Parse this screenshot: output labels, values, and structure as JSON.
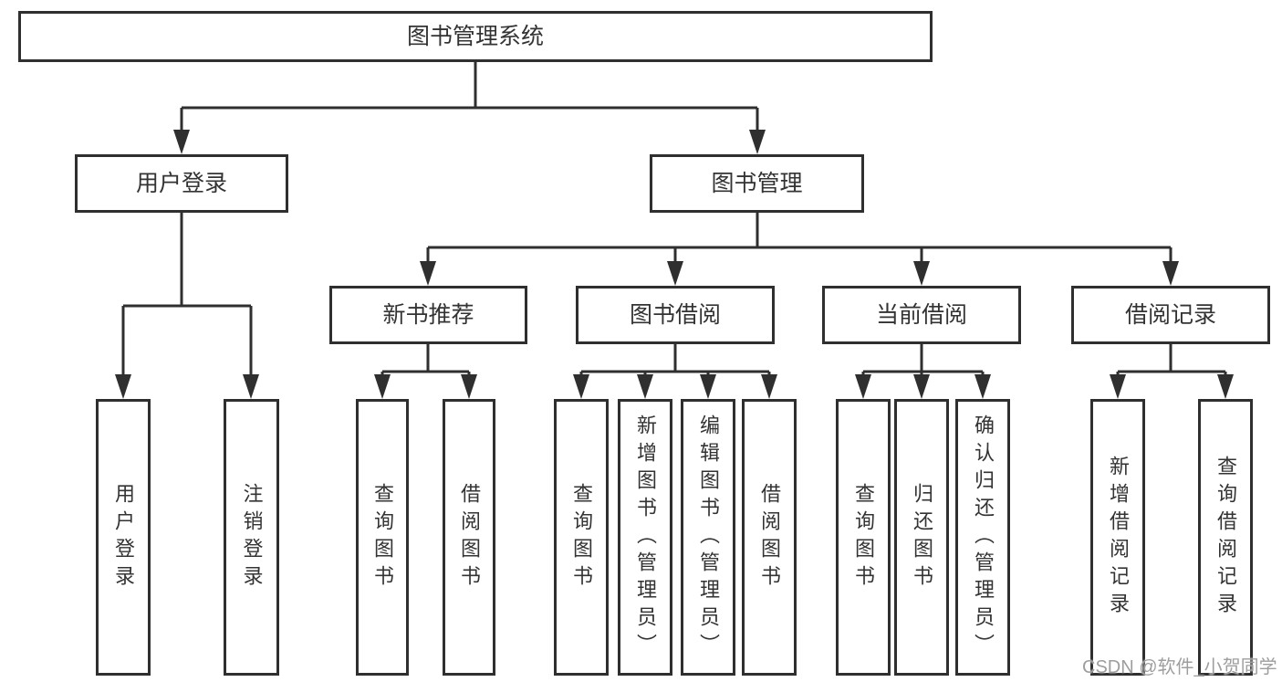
{
  "colors": {
    "line": "#2f2f2f",
    "box_border": "#2f2f2f",
    "box_background": "#ffffff",
    "text": "#333333",
    "watermark_text": "#9e9e9e",
    "page_background": "#ffffff"
  },
  "root": {
    "label": "图书管理系统"
  },
  "branches": [
    {
      "label": "用户登录",
      "children": [
        {
          "label": "用户登录"
        },
        {
          "label": "注销登录"
        }
      ]
    },
    {
      "label": "图书管理",
      "children": [
        {
          "label": "新书推荐",
          "children": [
            {
              "label": "查询图书"
            },
            {
              "label": "借阅图书"
            }
          ]
        },
        {
          "label": "图书借阅",
          "children": [
            {
              "label": "查询图书"
            },
            {
              "label": "新增图书（管理员）"
            },
            {
              "label": "编辑图书（管理员）"
            },
            {
              "label": "借阅图书"
            }
          ]
        },
        {
          "label": "当前借阅",
          "children": [
            {
              "label": "查询图书"
            },
            {
              "label": "归还图书"
            },
            {
              "label": "确认归还（管理员）"
            }
          ]
        },
        {
          "label": "借阅记录",
          "children": [
            {
              "label": "新增借阅记录"
            },
            {
              "label": "查询借阅记录"
            }
          ]
        }
      ]
    }
  ],
  "watermark": {
    "text": "CSDN @软件_小贺同学"
  }
}
